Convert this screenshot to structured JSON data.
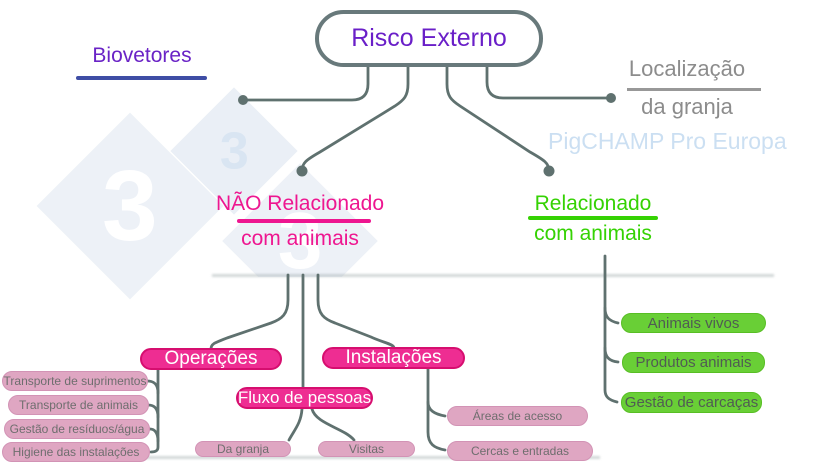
{
  "root": {
    "label": "Risco Externo"
  },
  "annotations": {
    "biovetores": "Biovetores",
    "location_line1": "Localização",
    "location_line2": "da granja"
  },
  "watermark": {
    "brand": "PigCHAMP Pro Europa",
    "logo_digit": "3"
  },
  "branch_non_animal": {
    "title_line1": "NÃO Relacionado",
    "title_line2": "com animais",
    "operations": {
      "label": "Operações",
      "items": [
        "Transporte de suprimentos",
        "Transporte de animais",
        "Gestão de resíduos/água",
        "Higiene das instalações"
      ]
    },
    "people_flow": {
      "label": "Fluxo de pessoas",
      "items": [
        "Da granja",
        "Visitas"
      ]
    },
    "facilities": {
      "label": "Instalações",
      "items": [
        "Áreas de acesso",
        "Cercas e entradas"
      ]
    }
  },
  "branch_animal": {
    "title_line1": "Relacionado",
    "title_line2": "com animais",
    "items": [
      "Animais vivos",
      "Produtos animais",
      "Gestão de carcaças"
    ]
  },
  "colors": {
    "connector": "#5f716f",
    "root_text": "#6a1fc8",
    "biovetores_underline": "#3e4da5",
    "non_animal_accent": "#ee1690",
    "magenta_node_fill": "#ee2d92",
    "light_pink_leaf_fill": "#dfa6c2",
    "animal_accent": "#35d203",
    "green_leaf_fill": "#69cf36",
    "location_text": "#8c8c8c",
    "watermark_blue": "#cbdff2"
  }
}
